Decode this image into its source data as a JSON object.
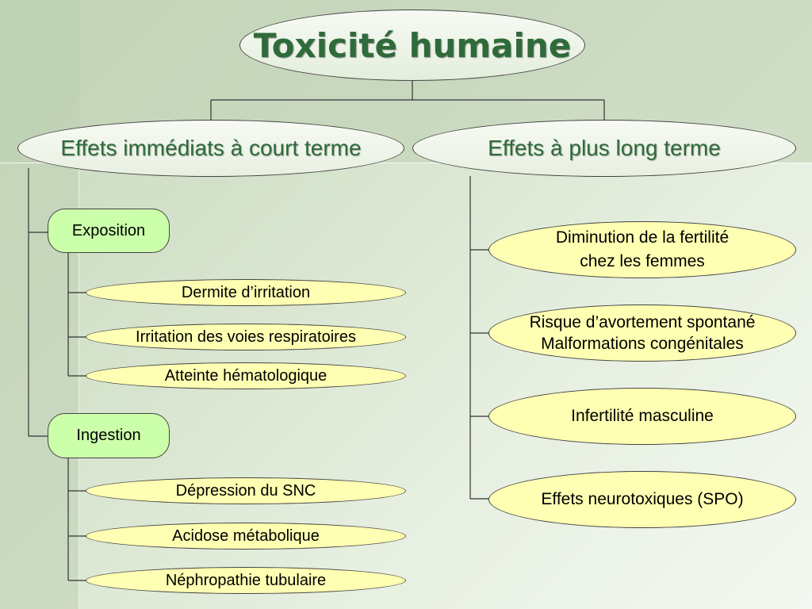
{
  "title": "Toxicité humaine",
  "branches": {
    "immediate": {
      "label": "Effets immédiats à court terme",
      "categories": [
        {
          "label": "Exposition",
          "effects": [
            "Dermite d’irritation",
            "Irritation des voies respiratoires",
            "Atteinte hématologique"
          ]
        },
        {
          "label": "Ingestion",
          "effects": [
            "Dépression du SNC",
            "Acidose métabolique",
            "Néphropathie tubulaire"
          ]
        }
      ]
    },
    "long_term": {
      "label": "Effets à plus long terme",
      "effects": [
        {
          "line1": "Diminution de la fertilité",
          "line2": "chez les femmes"
        },
        {
          "line1": "Risque d’avortement spontané",
          "line2": "Malformations congénitales"
        },
        {
          "line1": "Infertilité masculine"
        },
        {
          "line1": "Effets neurotoxiques (SPO)"
        }
      ]
    }
  },
  "colors": {
    "title_text": "#2f6b3a",
    "category_fill": "#ccffaa",
    "effect_fill": "#ffffb3",
    "connector": "#333333"
  }
}
